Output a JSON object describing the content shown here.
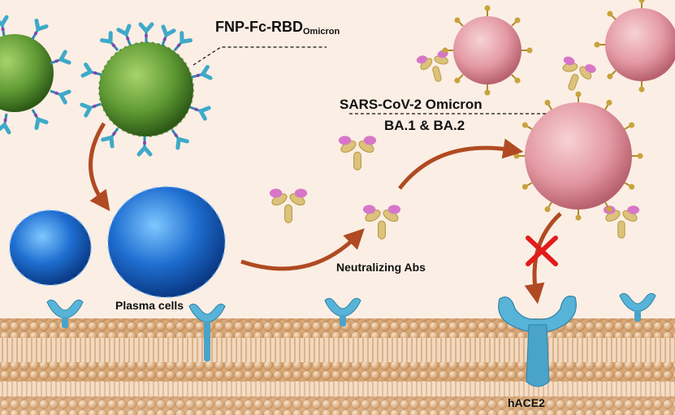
{
  "labels": {
    "fnp_main": "FNP-Fc-RBD",
    "fnp_sub": "Omicron",
    "sars_line1": "SARS-CoV-2 Omicron",
    "sars_line2": "BA.1 & BA.2",
    "plasma_cells": "Plasma cells",
    "neutralizing_abs": "Neutralizing Abs",
    "receptor": "hACE2"
  },
  "colors": {
    "background": "#fbeee4",
    "nanoparticle": "#5f9a34",
    "fc_antibody": "#3fa9c9",
    "plasma_cell": "#1f6fd1",
    "virus": "#e49aa4",
    "virus_spike": "#c8a33a",
    "antibody_body": "#dcc27a",
    "antibody_tip": "#d776c9",
    "ace2": "#58b3d8",
    "arrow": "#b04a22",
    "block_x": "#e21b1b",
    "membrane": "#e8b98a"
  }
}
